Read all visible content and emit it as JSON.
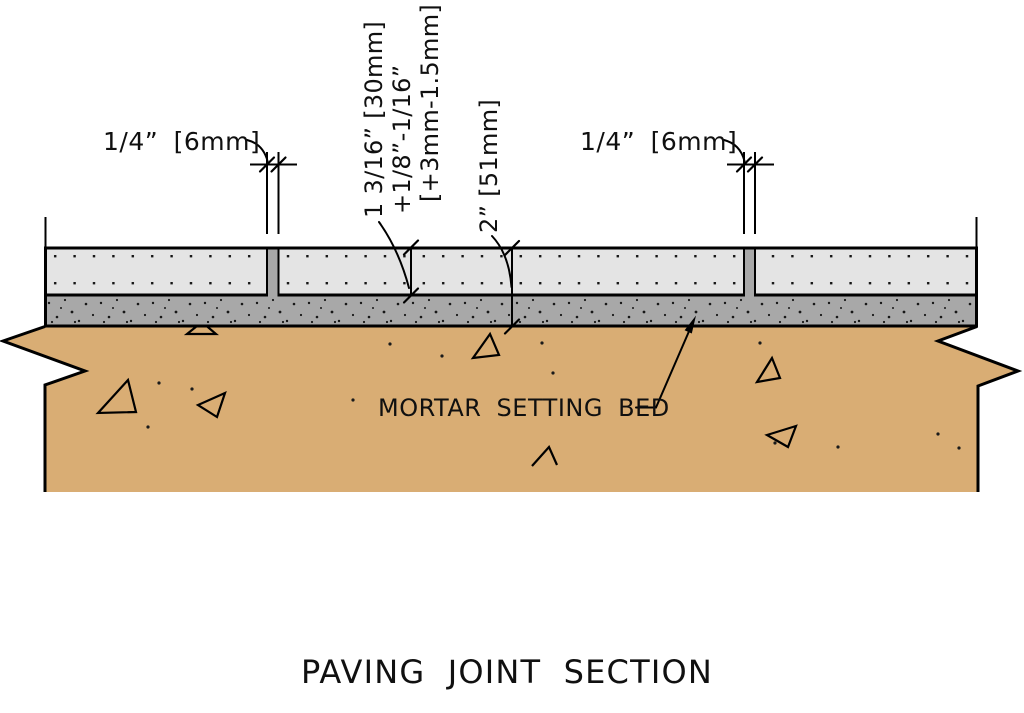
{
  "drawing": {
    "title": "PAVING JOINT SECTION",
    "labels": {
      "joint_width_left": "1/4” [6mm]",
      "joint_width_right": "1/4” [6mm]",
      "paver_thickness_line1": "1 3/16” [30mm]",
      "paver_thickness_line2": "+1/8”-1/16”",
      "paver_thickness_line3": "[+3mm-1.5mm]",
      "total_depth": "2” [51mm]",
      "mortar_bed": "MORTAR SETTING BED"
    },
    "colors": {
      "paver": "#e4e4e4",
      "mortar": "#a8a8a8",
      "subgrade": "#d9ad74",
      "line": "#000000"
    }
  }
}
